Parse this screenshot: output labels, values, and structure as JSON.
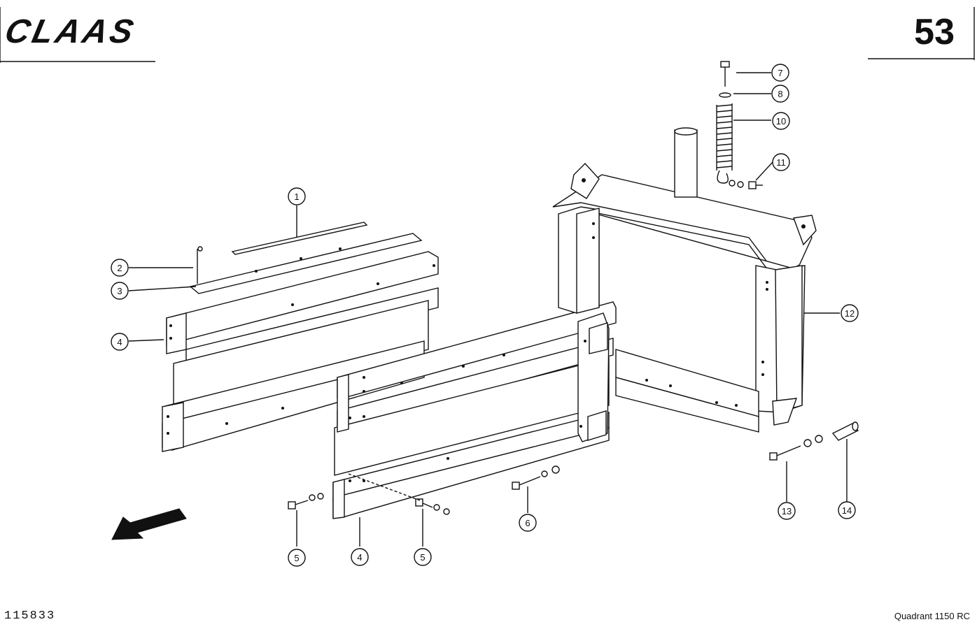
{
  "header": {
    "brand": "CLAAS",
    "page_number": "53"
  },
  "footer": {
    "document_number": "115833",
    "model": "Quadrant 1150 RC"
  },
  "callouts": [
    {
      "id": "1",
      "label": "1"
    },
    {
      "id": "2",
      "label": "2"
    },
    {
      "id": "3",
      "label": "3"
    },
    {
      "id": "4a",
      "label": "4"
    },
    {
      "id": "4b",
      "label": "4"
    },
    {
      "id": "5a",
      "label": "5"
    },
    {
      "id": "5b",
      "label": "5"
    },
    {
      "id": "6",
      "label": "6"
    },
    {
      "id": "7",
      "label": "7"
    },
    {
      "id": "8",
      "label": "8"
    },
    {
      "id": "10",
      "label": "10"
    },
    {
      "id": "11",
      "label": "11"
    },
    {
      "id": "12",
      "label": "12"
    },
    {
      "id": "13",
      "label": "13"
    },
    {
      "id": "14",
      "label": "14"
    }
  ],
  "icons": {
    "direction": "travel-direction-arrow-icon",
    "logo": "claas-logo-icon"
  }
}
